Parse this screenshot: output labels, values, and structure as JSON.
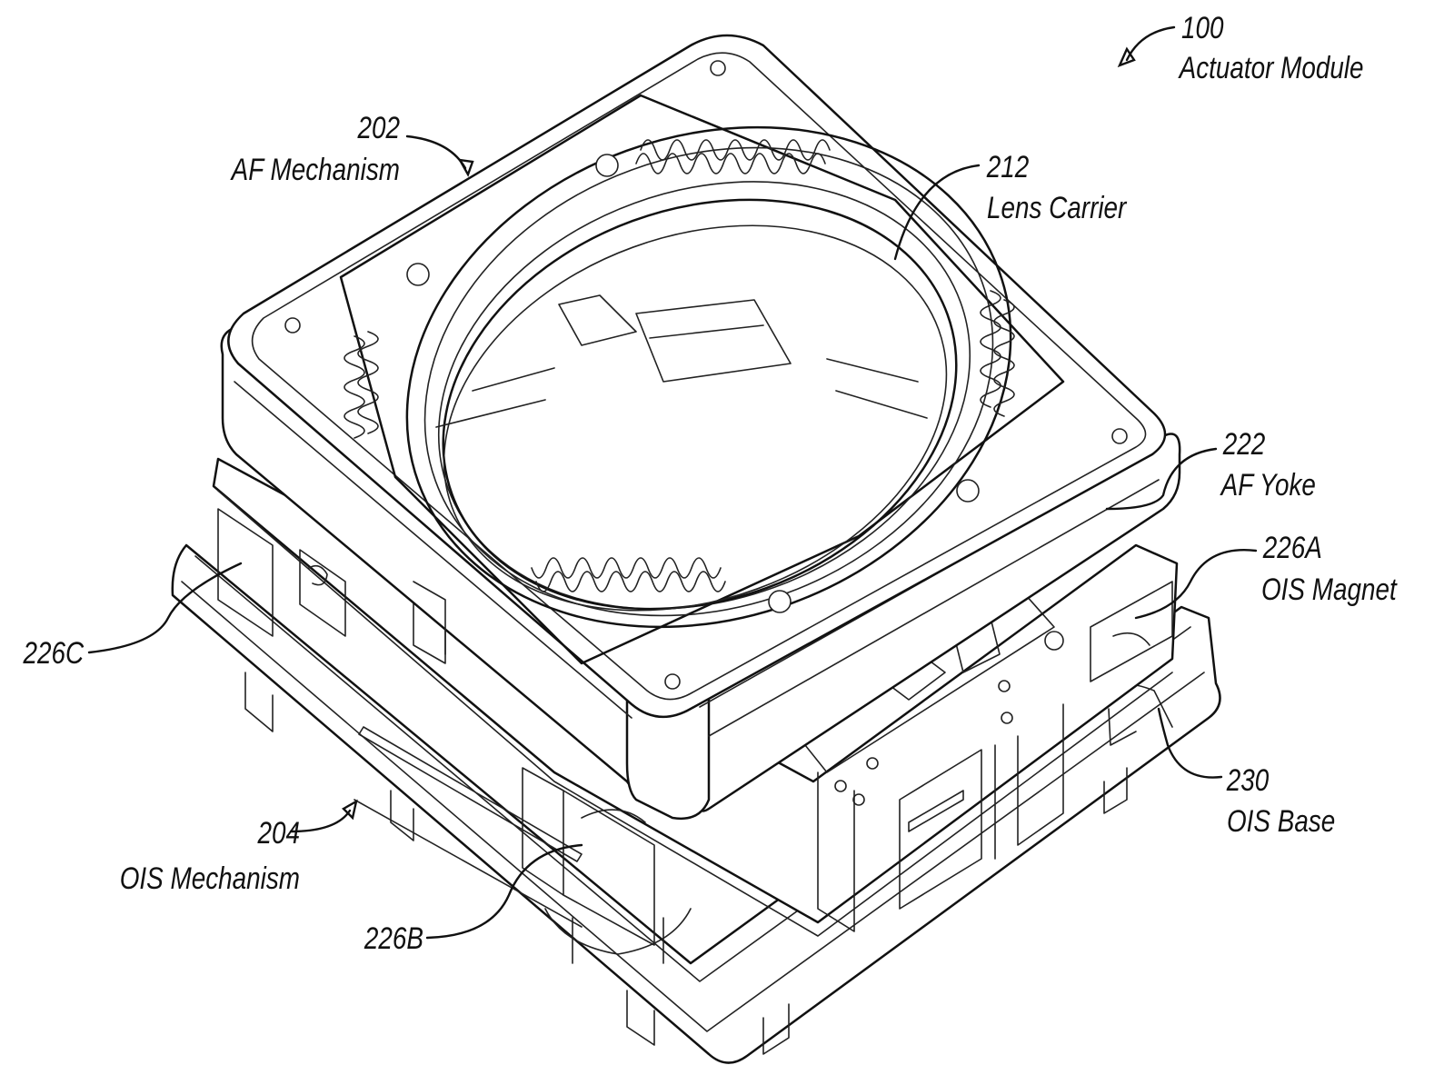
{
  "labels": {
    "actuator_module": {
      "number": "100",
      "name": "Actuator Module"
    },
    "af_mechanism": {
      "number": "202",
      "name": "AF Mechanism"
    },
    "lens_carrier": {
      "number": "212",
      "name": "Lens Carrier"
    },
    "af_yoke": {
      "number": "222",
      "name": "AF Yoke"
    },
    "ois_magnet_a": {
      "number": "226A",
      "name": "OIS Magnet"
    },
    "ois_magnet_c": {
      "number": "226C"
    },
    "ois_base": {
      "number": "230",
      "name": "OIS Base"
    },
    "ois_mechanism": {
      "number": "204",
      "name": "OIS Mechanism"
    },
    "ois_magnet_b": {
      "number": "226B"
    }
  },
  "colors": {
    "line": "#111111",
    "background": "#ffffff"
  }
}
